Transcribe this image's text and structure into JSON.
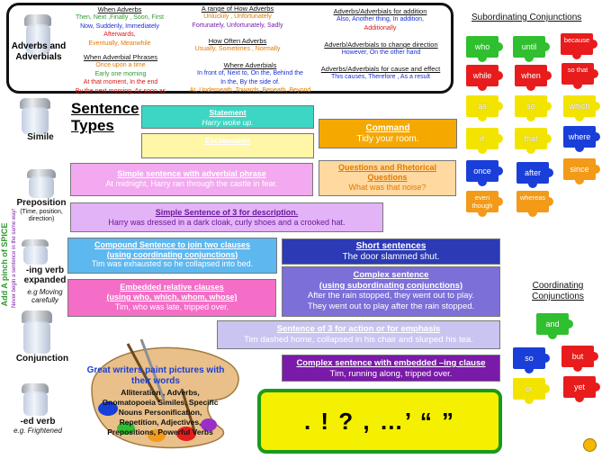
{
  "adverbs_panel": {
    "title": "Adverbs and Adverbials",
    "when": {
      "heading": "When Adverbs",
      "lines": [
        "Then, Next ,Finally , Soon, First",
        "Now, Suddenly, Immediately",
        "Afterwards,",
        "Eventually, Meanwhile"
      ]
    },
    "when_phrases": {
      "heading": "When Adverbial Phrases",
      "lines": [
        "Once upon a time",
        "Early one morning",
        "At that moment,  In the end",
        "By the next morning, As soon as"
      ]
    },
    "how": {
      "heading": "A range of How Adverbs",
      "lines": [
        "Unluckily , Unfortunately",
        "Fortunately, Unfortunately, Sadly"
      ]
    },
    "how_often": {
      "heading": "How Often Adverbs",
      "lines": [
        "Usually, Sometimes , Normally"
      ]
    },
    "where": {
      "heading": "Where  Adverbials",
      "lines": [
        "In front of, Next to, On the, Behind the",
        "In the,  By the side of.",
        "At, Underneath, Towards, Beneath, Beyond"
      ]
    },
    "addition": {
      "heading": "Adverbs/Adverbials for addition",
      "lines": [
        "Also, Another thing, In addition,",
        "Additionally"
      ]
    },
    "change": {
      "heading": "Adverb/Adverbials to change direction",
      "lines": [
        "However, On the other hand"
      ]
    },
    "cause": {
      "heading": "Adverbs/Adverbials for cause and effect",
      "lines": [
        "This causes, Therefore , As a result"
      ]
    }
  },
  "side": {
    "vertical_text": "Add  A  pinch of  SPICE",
    "vertical_sub": "Never begin a sentence in the same way!",
    "shakers": [
      {
        "label": "Simile",
        "sub": ""
      },
      {
        "label": "Preposition",
        "sub": "(Time, position, direction)"
      },
      {
        "label": "-ing verb expanded",
        "sub": "e.g Moving carefully"
      },
      {
        "label": "Conjunction",
        "sub": ""
      },
      {
        "label": "-ed verb",
        "sub": "e.g. Frightened"
      }
    ]
  },
  "sentence_types": {
    "title": "Sentence Types",
    "statement": {
      "title": "Statement",
      "text": "Harry woke up."
    },
    "exclamation": {
      "title": "Exclamation",
      "text": ""
    },
    "command": {
      "title": "Command",
      "text": "Tidy your room."
    },
    "adverbial": {
      "title": "Simple sentence with adverbial phrase",
      "text": "At midnight, Harry ran through the castle in fear."
    },
    "questions": {
      "title": "Questions and Rhetorical Questions",
      "text": "What was that noise?"
    },
    "three_desc": {
      "title": "Simple Sentence of 3 for description.",
      "text": "Harry was dressed in a dark cloak, curly shoes and a crooked hat."
    },
    "compound": {
      "title": "Compound Sentence to join two clauses",
      "title2": "(using coordinating conjunctions)",
      "text": "Tim was exhausted so he collapsed into bed."
    },
    "short": {
      "title": "Short sentences",
      "text": "The door slammed shut."
    },
    "complex": {
      "title": "Complex sentence",
      "title2": "(using subordinating conjunctions)",
      "text": "After the rain stopped, they went out to play.",
      "text2": "They went out to play after the rain stopped."
    },
    "embedded": {
      "title": "Embedded relative clauses",
      "title2": "(using who, which, whom, whose)",
      "text": "Tim, who was late, tripped over."
    },
    "three_action": {
      "title": "Sentence of 3 for action or for emphasis",
      "text": "Tim dashed home, collapsed in his chair and slurped his tea."
    },
    "complex_ing": {
      "title": "Complex sentence with embedded –ing clause",
      "text": "Tim, running along, tripped over."
    }
  },
  "palette": {
    "title": "Great writers paint pictures with their words",
    "text": "Alliteration , Adverbs, Onomatopoeia Similes, Specific Nouns Personification, Repetition, Adjectives, Prepositions, Powerful Verbs"
  },
  "punctuation": ". ! ? , …’ “ ”",
  "subordinating": {
    "title": "Subordinating Conjunctions",
    "pieces": [
      {
        "word": "who",
        "color": "#2fbf2f"
      },
      {
        "word": "until",
        "color": "#2fbf2f"
      },
      {
        "word": "because",
        "color": "#e81c1c"
      },
      {
        "word": "while",
        "color": "#e81c1c"
      },
      {
        "word": "when",
        "color": "#e81c1c"
      },
      {
        "word": "so that",
        "color": "#e81c1c"
      },
      {
        "word": "as",
        "color": "#f3e400"
      },
      {
        "word": "so",
        "color": "#f3e400"
      },
      {
        "word": "which",
        "color": "#f3e400"
      },
      {
        "word": "if",
        "color": "#f3e400"
      },
      {
        "word": "that",
        "color": "#f3e400"
      },
      {
        "word": "where",
        "color": "#1a3ed8"
      },
      {
        "word": "once",
        "color": "#1a3ed8"
      },
      {
        "word": "after",
        "color": "#1a3ed8"
      },
      {
        "word": "since",
        "color": "#f39a18"
      },
      {
        "word": "even though",
        "color": "#f39a18"
      },
      {
        "word": "whereas",
        "color": "#f39a18"
      }
    ]
  },
  "coordinating": {
    "title": "Coordinating Conjunctions",
    "pieces": [
      {
        "word": "and",
        "color": "#2fbf2f"
      },
      {
        "word": "so",
        "color": "#1a3ed8"
      },
      {
        "word": "but",
        "color": "#e81c1c"
      },
      {
        "word": "or",
        "color": "#f3e400"
      },
      {
        "word": "yet",
        "color": "#e81c1c"
      }
    ]
  }
}
